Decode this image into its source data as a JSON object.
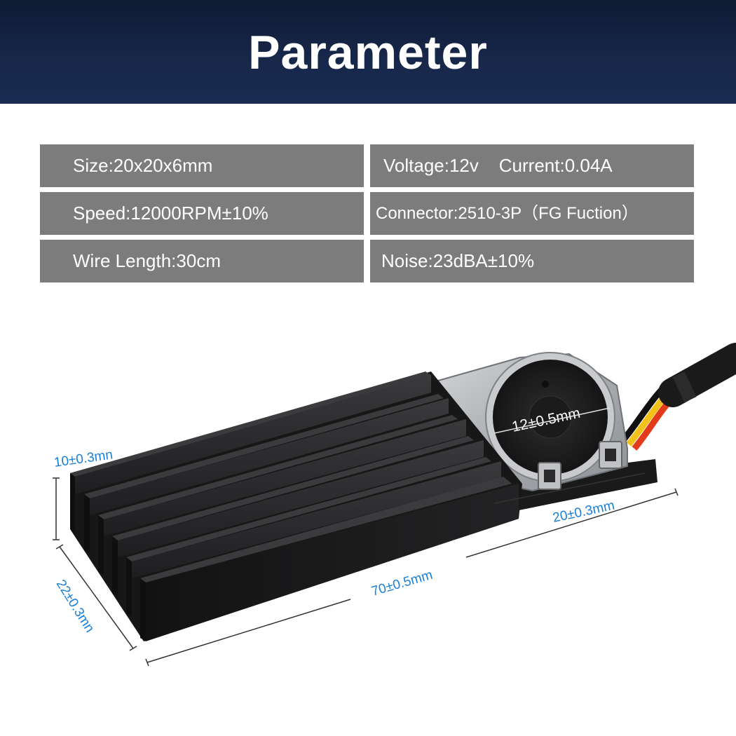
{
  "header": {
    "title": "Parameter"
  },
  "specs": {
    "size": "Size:20x20x6mm",
    "voltage_current": "Voltage:12v    Current:0.04A",
    "speed": "Speed:12000RPM±10%",
    "connector": "Connector:2510-3P（FG Fuction）",
    "wire_length": "Wire Length:30cm",
    "noise": "Noise:23dBA±10%"
  },
  "dimensions": {
    "fan_diameter": "12±0.5mm",
    "height": "10±0.3mn",
    "width_fan": "20±0.3mm",
    "length": "70±0.5mm",
    "width": "22±0.3mn"
  },
  "colors": {
    "header_bg": "#17274a",
    "spec_cell_bg": "#7c7c7c",
    "dimension_blue": "#1a7fd6",
    "heatsink": "#1c1c1e"
  }
}
